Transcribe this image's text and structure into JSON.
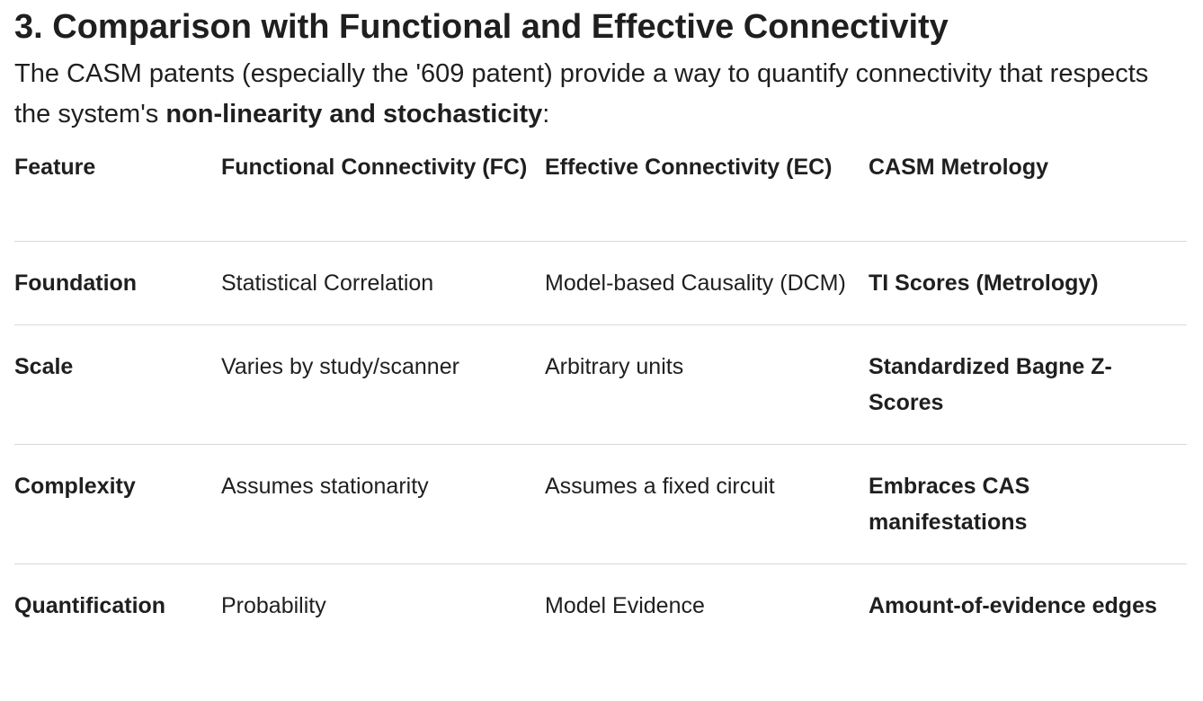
{
  "section": {
    "title": "3. Comparison with Functional and Effective Connectivity",
    "intro_prefix": "The CASM patents (especially the '609 patent) provide a way to quantify connectivity that respects the system's ",
    "intro_bold": "non-linearity and stochasticity",
    "intro_suffix": ":"
  },
  "table": {
    "headers": {
      "feature": "Feature",
      "fc": "Functional Connectivity (FC)",
      "ec": "Effective Connectivity (EC)",
      "casm": "CASM Metrology"
    },
    "rows": [
      {
        "feature": "Foundation",
        "fc": "Statistical Correlation",
        "ec": "Model-based Causality (DCM)",
        "casm": "TI Scores (Metrology)"
      },
      {
        "feature": "Scale",
        "fc": "Varies by study/scanner",
        "ec": "Arbitrary units",
        "casm": "Standardized Bagne Z-Scores"
      },
      {
        "feature": "Complexity",
        "fc": "Assumes stationarity",
        "ec": "Assumes a fixed circuit",
        "casm": "Embraces CAS manifestations"
      },
      {
        "feature": "Quantification",
        "fc": "Probability",
        "ec": "Model Evidence",
        "casm": "Amount-of-evidence edges"
      }
    ]
  }
}
